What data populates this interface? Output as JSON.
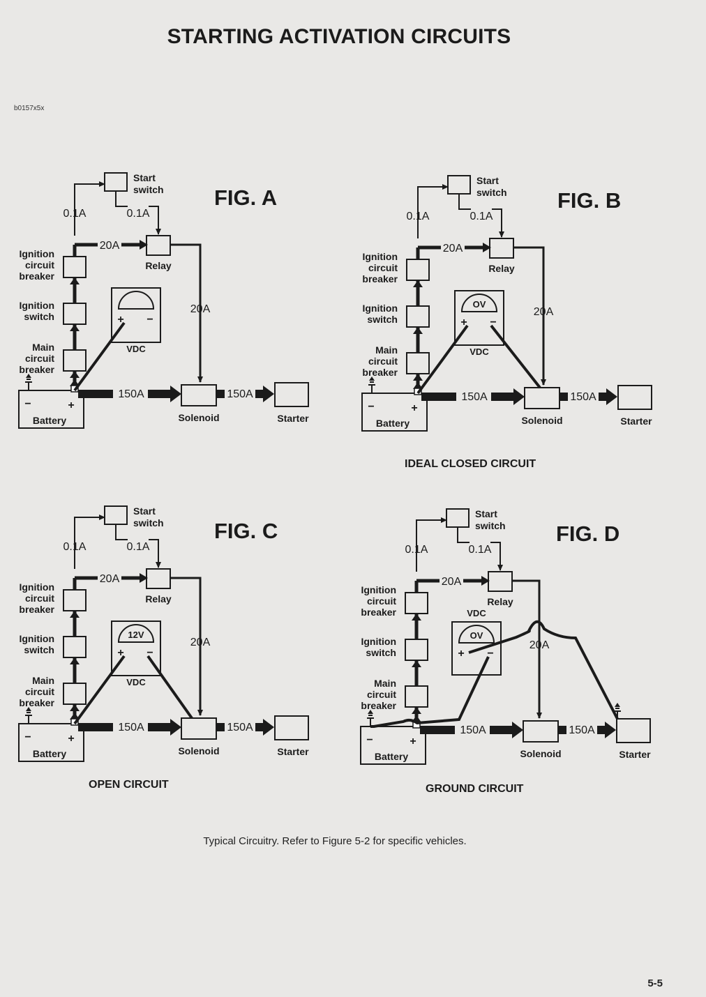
{
  "page": {
    "title": "STARTING ACTIVATION CIRCUITS",
    "ref": "b0157x5x",
    "caption": "Typical Circuitry. Refer to Figure 5-2 for specific vehicles.",
    "page_number": "5-5"
  },
  "labels": {
    "start_switch": [
      "Start",
      "switch"
    ],
    "relay": "Relay",
    "ignition_cb": [
      "Ignition",
      "circuit",
      "breaker"
    ],
    "ignition_switch": [
      "Ignition",
      "switch"
    ],
    "main_cb": [
      "Main",
      "circuit",
      "breaker"
    ],
    "battery": "Battery",
    "solenoid": "Solenoid",
    "starter": "Starter",
    "vdc": "VDC",
    "amps_small": "0.1A",
    "amps_mid": "20A",
    "amps_big": "150A",
    "plus": "+",
    "minus": "−"
  },
  "figures": {
    "a": {
      "label": "FIG. A",
      "reading": "",
      "caption": ""
    },
    "b": {
      "label": "FIG. B",
      "reading": "OV",
      "caption": "IDEAL CLOSED CIRCUIT"
    },
    "c": {
      "label": "FIG. C",
      "reading": "12V",
      "caption": "OPEN CIRCUIT"
    },
    "d": {
      "label": "FIG. D",
      "reading": "OV",
      "caption": "GROUND CIRCUIT"
    }
  }
}
